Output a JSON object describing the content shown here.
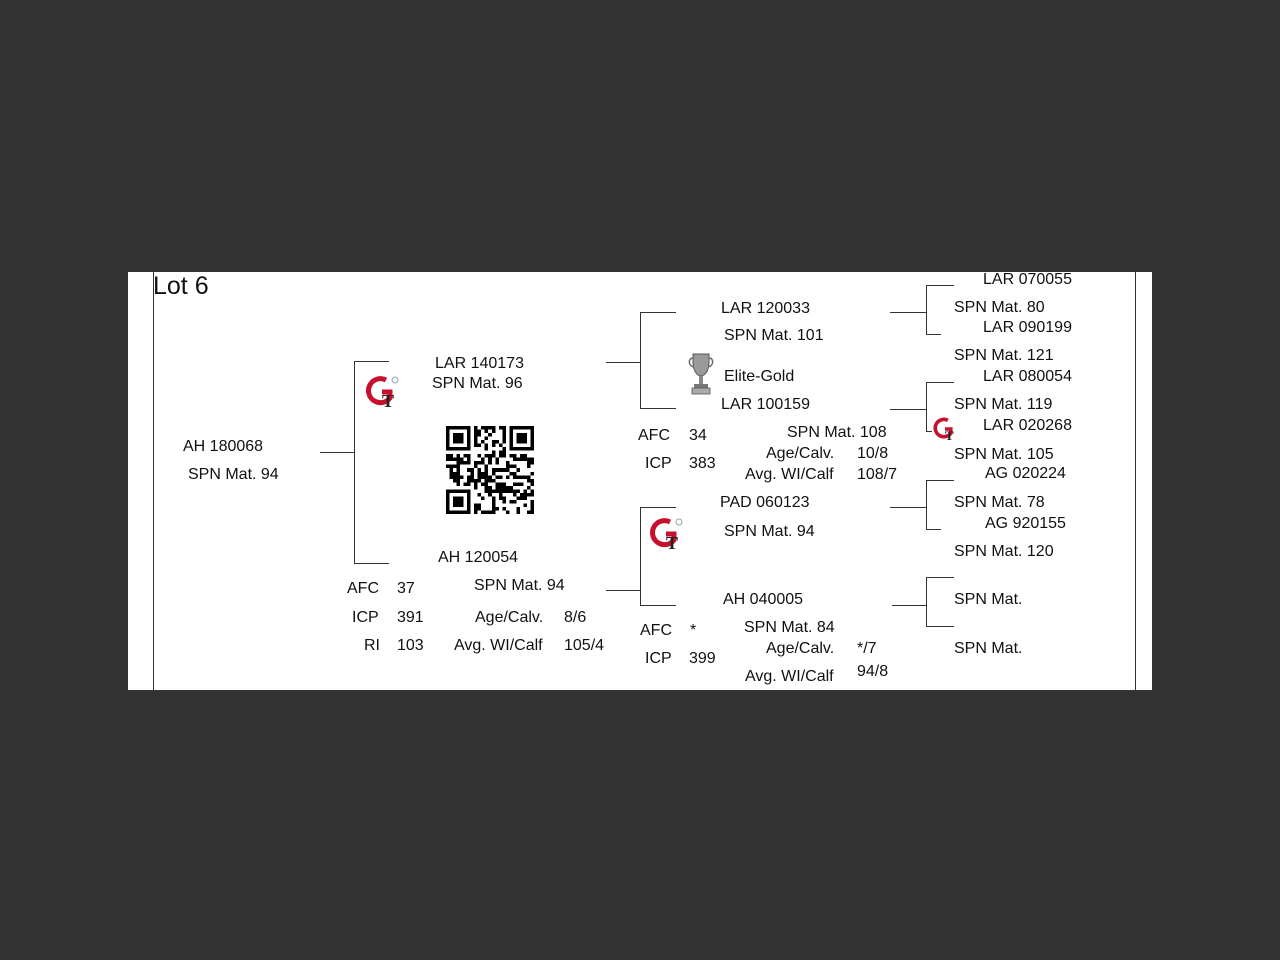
{
  "lot_title": "Lot 6",
  "subject": {
    "id": "AH  180068",
    "spn": "SPN Mat. 94"
  },
  "sire": {
    "id": "LAR 140173",
    "spn": "SPN Mat. 96"
  },
  "dam": {
    "id": "AH  120054",
    "spn": "SPN Mat. 94",
    "afc_label": "AFC",
    "afc": "37",
    "icp_label": "ICP",
    "icp": "391",
    "ri_label": "RI",
    "ri": "103",
    "age_label": "Age/Calv.",
    "age": "8/6",
    "avg_label": "Avg. WI/Calf",
    "avg": "105/4"
  },
  "sire_sire": {
    "id": "LAR 120033",
    "spn": "SPN Mat. 101",
    "award": "Elite-Gold"
  },
  "sire_dam": {
    "id": "LAR 100159",
    "spn": "SPN Mat. 108",
    "afc_label": "AFC",
    "afc": "34",
    "icp_label": "ICP",
    "icp": "383",
    "age_label": "Age/Calv.",
    "age": "10/8",
    "avg_label": "Avg. WI/Calf",
    "avg": "108/7"
  },
  "dam_sire": {
    "id": "PAD 060123",
    "spn": "SPN Mat. 94"
  },
  "dam_dam": {
    "id": "AH  040005",
    "spn": "SPN Mat. 84",
    "afc_label": "AFC",
    "afc": "*",
    "icp_label": "ICP",
    "icp": "399",
    "age_label": "Age/Calv.",
    "age": "*/7",
    "avg_label": "Avg. WI/Calf",
    "avg": "94/8"
  },
  "gen3": [
    {
      "id": "LAR 070055",
      "spn": "SPN Mat. 80"
    },
    {
      "id": "LAR 090199",
      "spn": "SPN Mat. 121"
    },
    {
      "id": "LAR 080054",
      "spn": "SPN Mat. 119"
    },
    {
      "id": "LAR 020268",
      "spn": "SPN Mat. 105"
    },
    {
      "id": "AG  020224",
      "spn": "SPN Mat. 78"
    },
    {
      "id": "AG  920155",
      "spn": "SPN Mat. 120"
    },
    {
      "id": "",
      "spn": "SPN Mat."
    },
    {
      "id": "",
      "spn": "SPN Mat."
    }
  ],
  "logo": {
    "letters": "GT",
    "accent_color": "#c8102e"
  }
}
